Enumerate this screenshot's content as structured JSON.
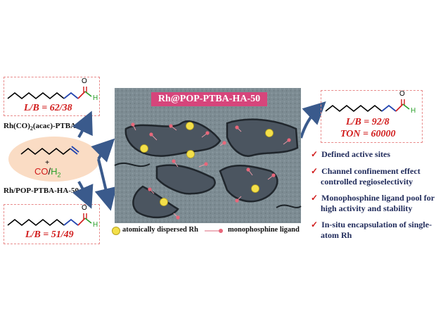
{
  "center": {
    "title": "Rh@POP-PTBA-HA-50"
  },
  "top_product": {
    "ratio": "L/B = 62/38",
    "aldehyde": {
      "o": "O",
      "h": "H"
    }
  },
  "bottom_product": {
    "ratio": "L/B = 51/49",
    "aldehyde": {
      "o": "O",
      "h": "H"
    }
  },
  "right_product": {
    "ratio": "L/B = 92/8",
    "ton": "TON = 60000",
    "aldehyde": {
      "o": "O",
      "h": "H"
    }
  },
  "reactant": {
    "plus": "+",
    "co": "CO",
    "slash": "/",
    "h2": "H"
  },
  "catalysts": {
    "top_pre": "Rh(CO)",
    "top_sub": "2",
    "top_post": "(acac)-PTBA",
    "bottom": "Rh/POP-PTBA-HA-50"
  },
  "legend": {
    "rh": "atomically dispersed Rh",
    "ligand": "monophosphine ligand"
  },
  "features": [
    {
      "check": "✓",
      "text": "Defined active sites"
    },
    {
      "check": "✓",
      "text": "Channel confinement effect controlled regioselectivity"
    },
    {
      "check": "✓",
      "text": "Monophosphine ligand pool for high activity and stability"
    },
    {
      "check": "✓",
      "text": "In-situ encapsulation of single-atom Rh"
    }
  ],
  "colors": {
    "ratio": "#d11b1b",
    "dashed_border": "#e88a8a",
    "arrow": "#3a5a8c",
    "bullet_text": "#1f2a5a",
    "rh_atom": "#f4e04a",
    "ligand": "#e8677a",
    "co": "#d11b1b",
    "h2": "#2aa02a"
  }
}
